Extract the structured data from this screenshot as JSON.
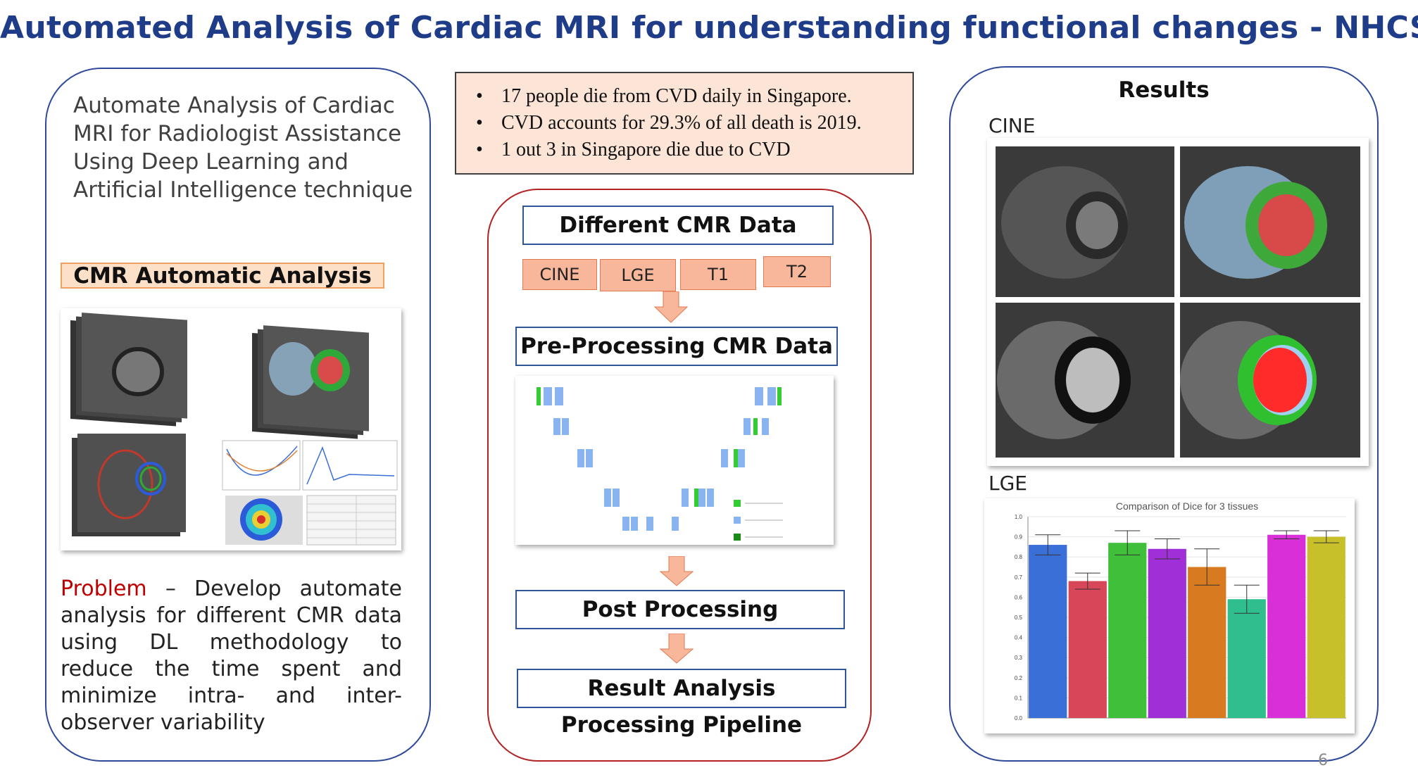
{
  "title": "Automated Analysis of Cardiac MRI for understanding functional changes - NHCS",
  "left": {
    "lead": "Automate Analysis of Cardiac MRI for Radiologist Assistance Using Deep Learning and Artificial Intelligence technique",
    "cmr_label": "CMR Automatic Analysis",
    "problem_word": "Problem",
    "problem_text": " – Develop automate analysis for different CMR data using DL methodology to reduce the time spent and minimize intra- and inter-observer variability"
  },
  "stats": [
    "17 people die from CVD daily in Singapore.",
    "CVD accounts for 29.3% of all death is 2019.",
    "1 out 3 in Singapore die due to CVD"
  ],
  "pipeline": {
    "step1": "Different CMR Data",
    "chips": [
      "CINE",
      "LGE",
      "T1",
      "T2"
    ],
    "step2": "Pre-Processing CMR Data",
    "step3": "Post Processing",
    "step4": "Result Analysis",
    "caption": "Processing Pipeline"
  },
  "results": {
    "heading": "Results",
    "cine_label": "CINE",
    "lge_label": "LGE"
  },
  "chart_data": {
    "type": "bar",
    "title": "Comparison of Dice for 3 tissues",
    "ylim": [
      0,
      1.0
    ],
    "values": [
      0.86,
      0.68,
      0.87,
      0.84,
      0.75,
      0.59,
      0.91,
      0.9
    ],
    "errors": [
      0.05,
      0.04,
      0.06,
      0.05,
      0.09,
      0.07,
      0.02,
      0.03
    ],
    "colors": [
      "#3b6fd8",
      "#d8465a",
      "#3fbf3a",
      "#a02fd8",
      "#d87a1f",
      "#2fbf8f",
      "#d82fd8",
      "#c8c02a"
    ],
    "grid": true
  },
  "page_number": "6"
}
